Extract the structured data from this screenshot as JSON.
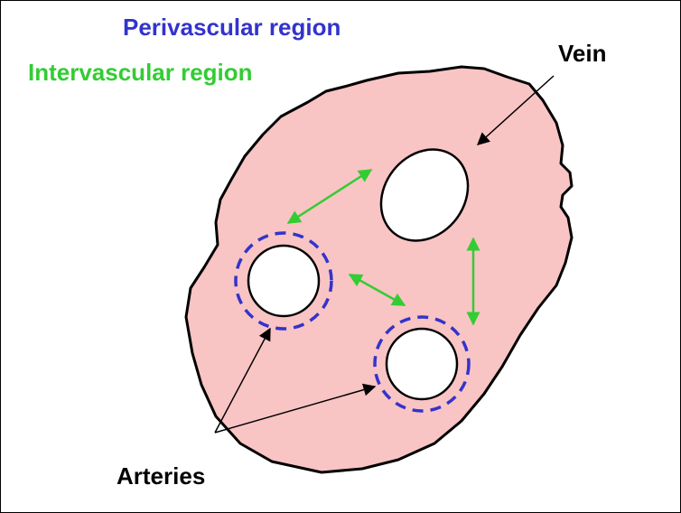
{
  "legend": {
    "perivascular": {
      "text": "Perivascular region",
      "color": "#3333cc"
    },
    "intervascular": {
      "text": "Intervascular region",
      "color": "#33cc33"
    }
  },
  "labels": {
    "vein": "Vein",
    "arteries": "Arteries"
  },
  "colors": {
    "tissue_fill": "#f9c4c4",
    "outline": "#000000",
    "vessel_fill": "#ffffff",
    "perivascular_ring": "#3333cc",
    "intervascular_arrow": "#33cc33",
    "pointer_arrow": "#000000"
  }
}
